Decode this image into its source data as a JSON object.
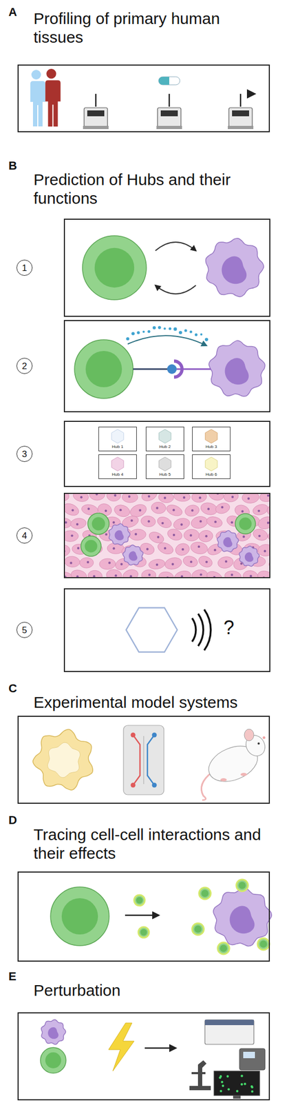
{
  "diagram": {
    "nodes": [
      {
        "text": [
          "Profiling of primary human tissues"
        ]
      },
      {
        "text": [
          "1"
        ]
      },
      {
        "text": [
          "2"
        ]
      },
      {
        "text": [
          "3"
        ]
      },
      {
        "text": [
          "Hub 1"
        ]
      },
      {
        "text": [
          "Hub 2"
        ]
      },
      {
        "text": [
          "Hub 3"
        ]
      },
      {
        "text": [
          "Hub 4"
        ]
      },
      {
        "text": [
          "Hub 5"
        ]
      },
      {
        "text": [
          "Hub 6"
        ]
      },
      {
        "text": [
          "4"
        ]
      },
      {
        "text": [
          "5"
        ]
      },
      {
        "text": [
          "Experimental model systems"
        ]
      },
      {
        "text": [
          "Tracing cell-cell interactions and their effects"
        ]
      },
      {
        "text": [
          "Perturbation"
        ]
      }
    ],
    "labels": [
      "A",
      "B",
      "Prediction of Hubs and their functions",
      "?",
      "C",
      "D",
      "E"
    ]
  }
}
